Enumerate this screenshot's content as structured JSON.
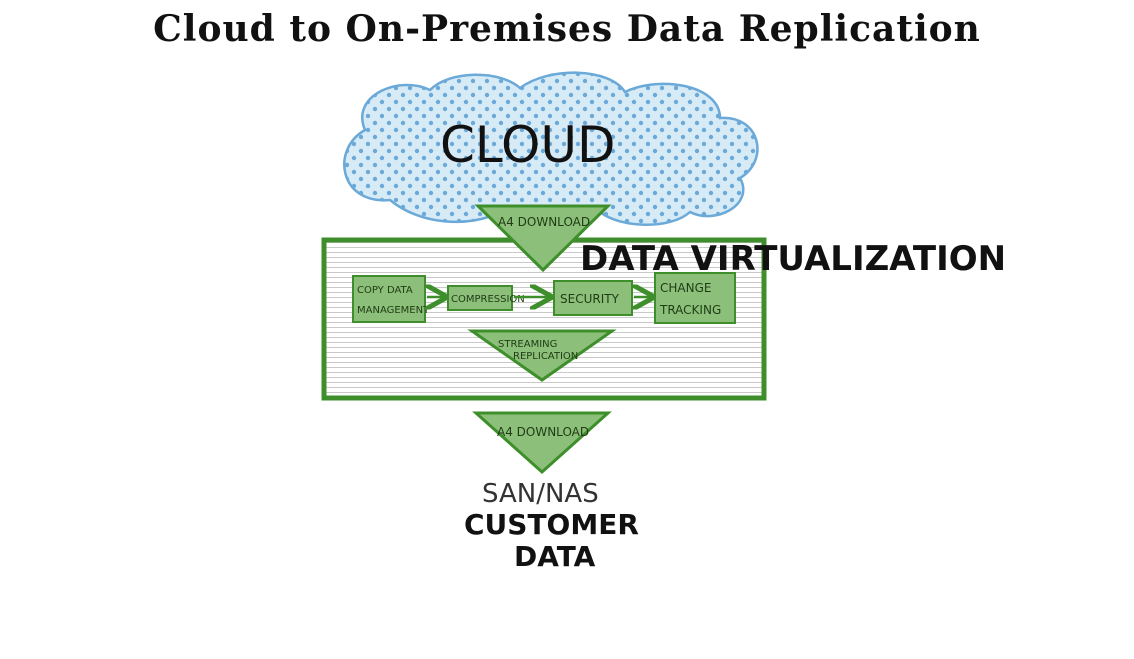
{
  "title": "Cloud to On-Premises Data Replication",
  "cloud": {
    "label": "CLOUD"
  },
  "download_top": {
    "label": "A4 DOWNLOAD"
  },
  "virtualization": {
    "label": "DATA VIRTUALIZATION",
    "steps": [
      {
        "line1": "COPY DATA",
        "line2": "MANAGEMENT"
      },
      {
        "line1": "COMPRESSION",
        "line2": ""
      },
      {
        "line1": "SECURITY",
        "line2": ""
      },
      {
        "line1": "CHANGE",
        "line2": "TRACKING"
      }
    ],
    "streaming": {
      "line1": "STREAMING",
      "line2": "REPLICATION"
    }
  },
  "download_bottom": {
    "label": "A4 DOWNLOAD"
  },
  "destination": {
    "line1": "SAN/NAS",
    "line2": "CUSTOMER",
    "line3": "DATA"
  },
  "colors": {
    "green_fill": "#8cc07a",
    "green_stroke": "#3e8f2b",
    "cloud_fill": "#d7ebf7",
    "cloud_dot": "#6aa9d8"
  }
}
